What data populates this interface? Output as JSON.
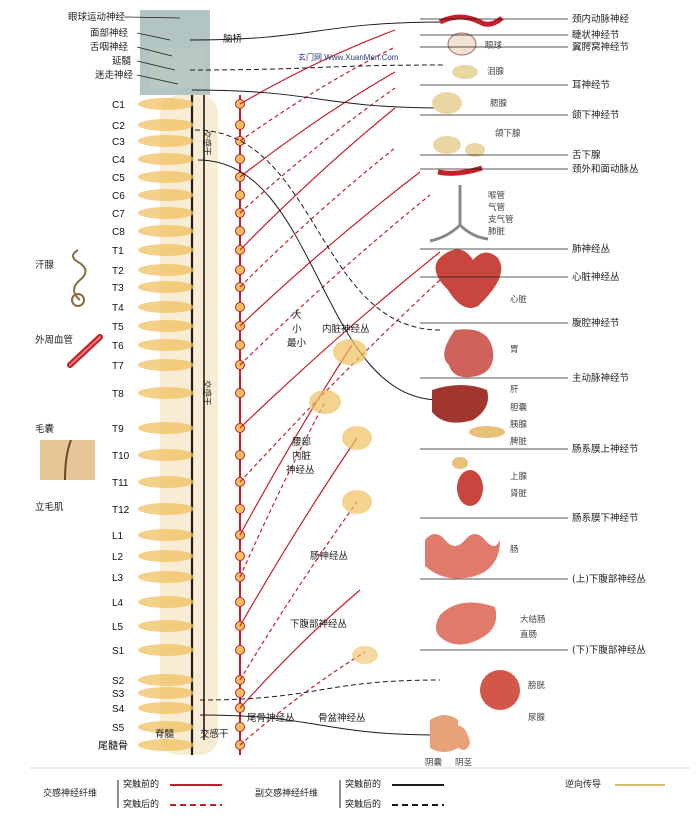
{
  "watermark": "玄门网 Www.XuanMen.Com",
  "brainstem": {
    "cranial_nerves": [
      "眼球运动神经",
      "面部神经",
      "舌咽神经",
      "延髓",
      "迷走神经"
    ],
    "pons": "脑桥"
  },
  "segments": [
    "C1",
    "C2",
    "C3",
    "C4",
    "C5",
    "C6",
    "C7",
    "C8",
    "T1",
    "T2",
    "T3",
    "T4",
    "T5",
    "T6",
    "T7",
    "T8",
    "T9",
    "T10",
    "T11",
    "T12",
    "L1",
    "L2",
    "L3",
    "L4",
    "L5",
    "S1",
    "S2",
    "S3",
    "S4",
    "S5",
    "尾髓骨"
  ],
  "left_labels": {
    "sweat_gland": "汗腺",
    "peripheral_vessel": "外周血管",
    "hair": "毛囊",
    "arrector_pili": "立毛肌"
  },
  "spine_labels": {
    "sympathetic_trunk_upper": "交感干",
    "sympathetic_trunk_mid": "交感干",
    "spinal_cord": "脊髓",
    "sympathetic_trunk": "交感干"
  },
  "center_labels": {
    "splanchnic_size": [
      "大",
      "小",
      "最小"
    ],
    "visceral_plexus": "内脏神经丛",
    "lumbar_splanchnic": [
      "腰部",
      "内脏",
      "神经丛"
    ],
    "intestinal_plexus": "肠神经丛",
    "hypogastric_plexus": "下腹部神经丛",
    "coccygeal_plexus": "尾骨神经丛",
    "pelvic_plexus": "骨盆神经丛"
  },
  "right_labels": [
    "颈内动脉神经",
    "睫状神经节",
    "翼腭窝神经节",
    "耳神经节",
    "颌下神经节",
    "舌下腺",
    "颈外和面动脉丛",
    "肺神经丛",
    "心脏神经丛",
    "腹腔神经节",
    "主动脉神经节",
    "肠系膜上神经节",
    "肠系膜下神经节",
    "(上)下腹部神经丛",
    "(下)下腹部神经丛"
  ],
  "organ_labels": {
    "eye": "眼球",
    "lacrimal": "泪腺",
    "parotid": "腮腺",
    "submandibular": "颌下腺",
    "airway": [
      "喉管",
      "气管",
      "支气管",
      "肺脏"
    ],
    "heart": "心脏",
    "stomach": "胃",
    "liver_group": [
      "肝",
      "胆囊",
      "胰腺",
      "脾脏"
    ],
    "adrenal": "上腺",
    "kidney": "肾脏",
    "intestine": "肠",
    "colon": [
      "大结肠",
      "直肠"
    ],
    "bladder": "膀胱",
    "ureter": "尿腺",
    "genitals": [
      "阴囊",
      "阴茎"
    ]
  },
  "legend": {
    "sympathetic": "交感神经纤维",
    "parasympathetic": "副交感神经纤维",
    "pre": "突触前的",
    "post": "突触后的",
    "antidromic": "逆向传导"
  },
  "colors": {
    "nerve_red": "#c41f2a",
    "ganglion_yellow": "#f0c060",
    "gland_beige": "#e9d6a3",
    "organ_red": "#c8463e",
    "spine_dark": "#1c1c1c"
  }
}
